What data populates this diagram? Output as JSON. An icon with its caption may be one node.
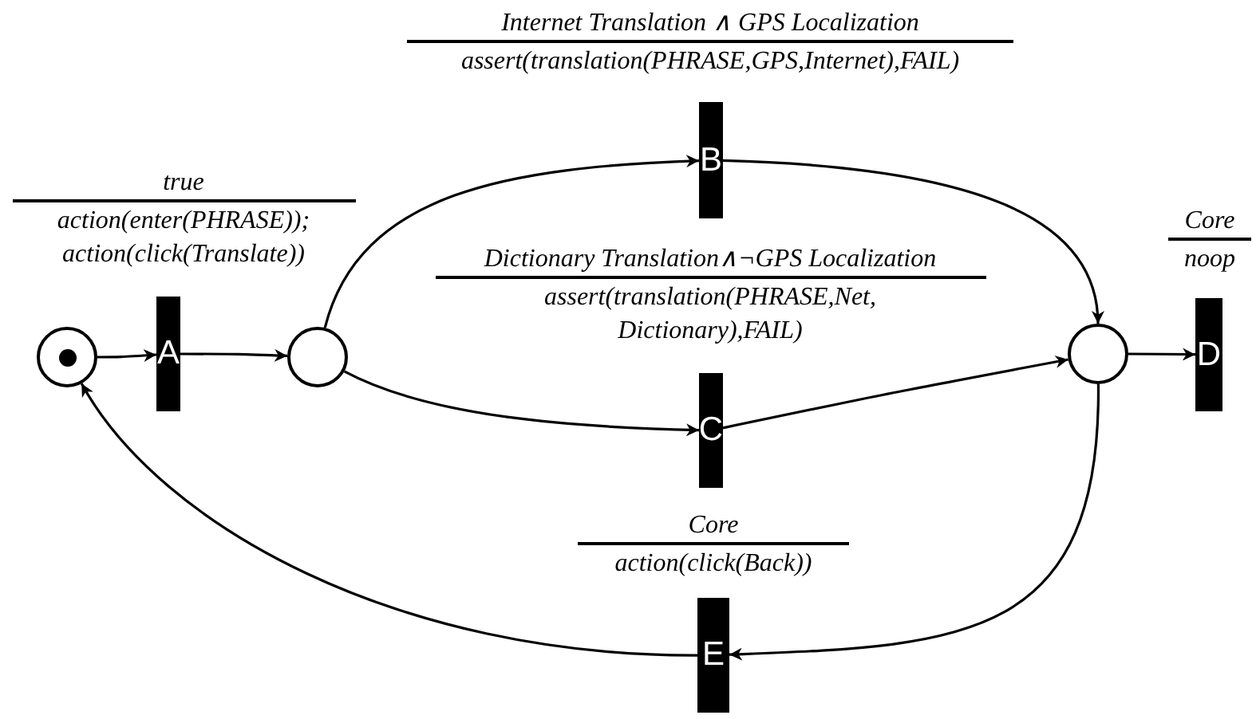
{
  "diagram": {
    "nodes": [
      {
        "text": [],
        "shape": "circle"
      },
      {
        "text": [
          "A"
        ],
        "beside": [
          "true",
          "action(enter(PHRASE)); action(click(Translate))"
        ]
      },
      {
        "text": [],
        "shape": "circle"
      },
      {
        "text": [
          "B"
        ],
        "beside": [
          "Internet Translation ∧ GPS Localization",
          "assert(translation(PHRASE,GPS,Internet),FAIL)"
        ]
      },
      {
        "text": [
          "C"
        ],
        "beside": [
          "Dictionary Translation∧¬GPS Localization",
          "assert(translation(PHRASE,Net, Dictionary),FAIL)"
        ]
      },
      {
        "text": [],
        "shape": "circle"
      },
      {
        "text": [
          "D"
        ],
        "beside": [
          "Core",
          "noop"
        ]
      },
      {
        "text": [
          "E"
        ],
        "beside": [
          "Core",
          "action(click(Back))"
        ]
      },
      {
        "text": [],
        "shape": "circle",
        "in": 0
      }
    ],
    "edges": [
      {
        "from": 0,
        "to": 1,
        "arrow": "to"
      },
      {
        "from": 1,
        "to": 2,
        "arrow": "to"
      },
      {
        "from": 2,
        "to": 3,
        "arrow": "to"
      },
      {
        "from": 2,
        "to": 4,
        "arrow": "to"
      },
      {
        "from": 3,
        "to": 5,
        "arrow": "to"
      },
      {
        "from": 4,
        "to": 5,
        "arrow": "to"
      },
      {
        "from": 5,
        "to": 6,
        "arrow": "to"
      },
      {
        "from": 5,
        "to": 7,
        "arrow": "to"
      },
      {
        "from": 7,
        "to": 0,
        "arrow": "to"
      }
    ]
  }
}
